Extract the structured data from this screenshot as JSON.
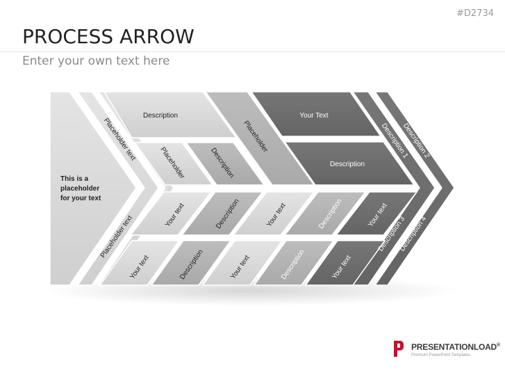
{
  "header": {
    "code": "#D2734",
    "title": "PROCESS ARROW",
    "subtitle": "Enter your own text here"
  },
  "diagram": {
    "main_box": [
      "This is a",
      "placeholder",
      "for your text"
    ],
    "stripe_labels": [
      "Placeholder text",
      "Placeholder text"
    ],
    "top_left": {
      "description": "Description",
      "pair_left": "Placeholder",
      "pair_right": "Description"
    },
    "top_mid_label": "Placeholder",
    "top_right": {
      "top": "Your Text",
      "bottom": "Description"
    },
    "lower_row_top": [
      "Your text",
      "Description",
      "Your text",
      "Description",
      "Your text"
    ],
    "lower_row_bottom": [
      "Your text",
      "Description",
      "Your text",
      "Description",
      "Your text"
    ],
    "chevron_labels": {
      "d1": "Description 1",
      "d2": "Description 2",
      "d3": "Description 3",
      "d4": "Description 4"
    },
    "watermark": "© PRESENTATIONLOAD"
  },
  "logo": {
    "brand": "PRESENTATIONLOAD",
    "trademark": "®",
    "tagline": "Premium PowerPoint Templates"
  },
  "colors": {
    "light": "#dcdcdc",
    "mid": "#b4b4b4",
    "dark": "#8a8a8a",
    "darker": "#6e6e6e",
    "brand_red": "#c8102e"
  }
}
